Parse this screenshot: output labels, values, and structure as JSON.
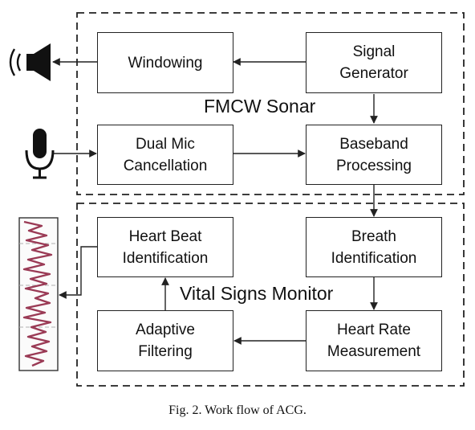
{
  "groups": {
    "sonar_label": "FMCW Sonar",
    "vital_label": "Vital Signs Monitor"
  },
  "blocks": {
    "windowing": "Windowing",
    "signal_generator": "Signal\nGenerator",
    "dual_mic": "Dual Mic\nCancellation",
    "baseband": "Baseband\nProcessing",
    "heart_beat": "Heart Beat\nIdentification",
    "breath": "Breath\nIdentification",
    "adaptive": "Adaptive\nFiltering",
    "heart_rate": "Heart Rate\nMeasurement"
  },
  "icons": [
    "speaker-icon",
    "microphone-icon",
    "ecg-waveform-icon"
  ],
  "colors": {
    "line": "#222222",
    "waveform": "#9a3a55",
    "grid": "#b0b0b0"
  },
  "caption": "Fig. 2.  Work flow of ACG."
}
